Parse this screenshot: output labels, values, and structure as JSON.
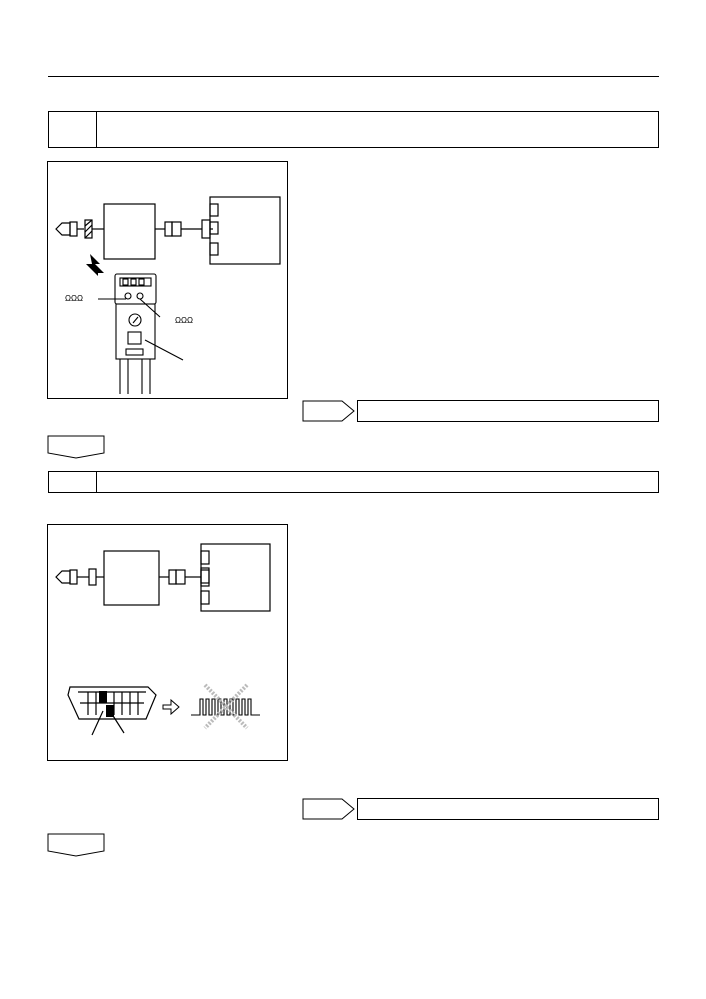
{
  "page": {
    "header_rule": true
  },
  "steps": [
    {
      "number": "",
      "instruction": "",
      "result_label": "",
      "result_text": "",
      "next_label": "",
      "figure": {
        "type": "connector-and-tester",
        "legend_box_left": "ΩΩΩ",
        "legend_box_right": "ΩΩΩ"
      }
    },
    {
      "number": "",
      "instruction": "",
      "result_label": "",
      "result_text": "",
      "next_label": "",
      "figure": {
        "type": "connector-and-waveform"
      }
    }
  ],
  "icons": {
    "arrow_down": "down-arrow-icon",
    "arrow_right_outline": "right-arrow-outline-icon",
    "cross": "cross-icon"
  }
}
